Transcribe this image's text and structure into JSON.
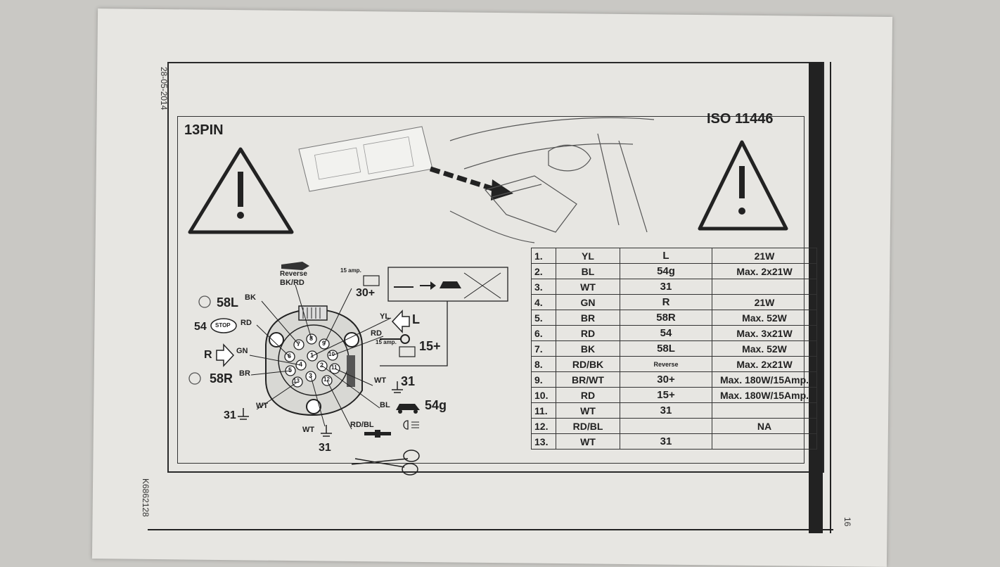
{
  "document": {
    "side_date": "28-05-2014",
    "side_code": "K6862128",
    "page_number": "16",
    "title_left": "13PIN",
    "title_right": "ISO 11446"
  },
  "diagram": {
    "reverse_label": "Reverse",
    "bkrd": "BK/RD",
    "amp": "15 amp.",
    "p30": "30+",
    "left_labels": {
      "l58L": "58L",
      "bk": "BK",
      "l54": "54",
      "stop": "STOP",
      "rd": "RD",
      "lR": "R",
      "gn": "GN",
      "l58R": "58R",
      "br": "BR",
      "l31a": "31",
      "wt1": "WT"
    },
    "right_labels": {
      "yl": "YL",
      "lL": "L",
      "rd2": "RD",
      "amp2": "15 amp.",
      "p15": "15+",
      "wt2": "WT",
      "l31b": "31",
      "bl": "BL",
      "l54g": "54g",
      "rdbl": "RD/BL",
      "wt3": "WT",
      "l31c": "31"
    },
    "pin_numbers": [
      "1",
      "2",
      "3",
      "4",
      "5",
      "6",
      "7",
      "8",
      "9",
      "10",
      "11",
      "12",
      "13"
    ]
  },
  "table": {
    "rows": [
      {
        "n": "1.",
        "color": "YL",
        "func": "L",
        "power": "21W"
      },
      {
        "n": "2.",
        "color": "BL",
        "func": "54g",
        "power": "Max. 2x21W"
      },
      {
        "n": "3.",
        "color": "WT",
        "func": "31",
        "power": ""
      },
      {
        "n": "4.",
        "color": "GN",
        "func": "R",
        "power": "21W"
      },
      {
        "n": "5.",
        "color": "BR",
        "func": "58R",
        "power": "Max. 52W"
      },
      {
        "n": "6.",
        "color": "RD",
        "func": "54",
        "power": "Max. 3x21W"
      },
      {
        "n": "7.",
        "color": "BK",
        "func": "58L",
        "power": "Max. 52W"
      },
      {
        "n": "8.",
        "color": "RD/BK",
        "func": "Reverse",
        "power": "Max. 2x21W"
      },
      {
        "n": "9.",
        "color": "BR/WT",
        "func": "30+",
        "power": "Max. 180W/15Amp."
      },
      {
        "n": "10.",
        "color": "RD",
        "func": "15+",
        "power": "Max. 180W/15Amp."
      },
      {
        "n": "11.",
        "color": "WT",
        "func": "31",
        "power": ""
      },
      {
        "n": "12.",
        "color": "RD/BL",
        "func": "",
        "power": "NA"
      },
      {
        "n": "13.",
        "color": "WT",
        "func": "31",
        "power": ""
      }
    ]
  }
}
